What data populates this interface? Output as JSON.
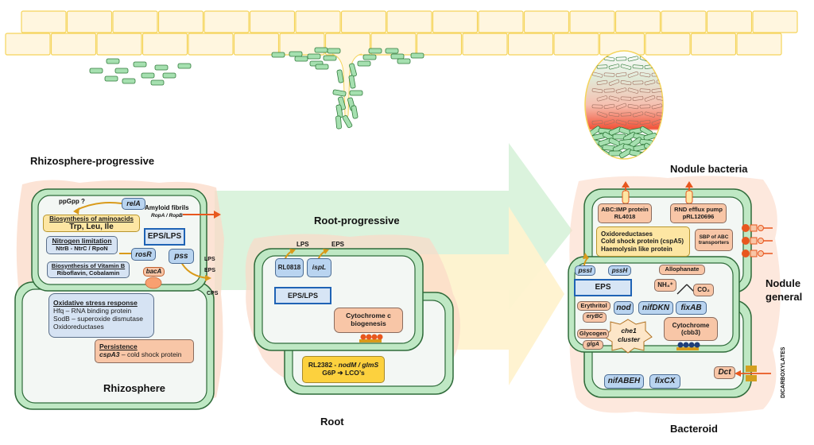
{
  "figure": {
    "stages": {
      "rhizosphere_progressive": "Rhizosphere-progressive",
      "rhizosphere": "Rhizosphere",
      "root_progressive": "Root-progressive",
      "root": "Root",
      "nodule_bacteria": "Nodule bacteria",
      "nodule_general_1": "Nodule",
      "nodule_general_2": "general",
      "bacteroid": "Bacteroid"
    },
    "rhizosphere_progressive": {
      "ppgpp": "ppGpp ?",
      "relA": "relA",
      "amyloid_title": "Amyloid fibrils",
      "amyloid_genes": "RopA / RopB",
      "aminoacids_title": "Biosynthesis of aminoacids",
      "aminoacids_list": "Trp, Leu, Ile",
      "nitrogen_title": "Nitrogen limitation",
      "nitrogen_list": "NtrB - NtrC / RpoN",
      "vitaminb_title": "Biosynthesis of Vitamin B",
      "vitaminb_list": "Riboflavin, Cobalamin",
      "eps_lps": "EPS/LPS",
      "rosR": "rosR",
      "pss": "pss",
      "bacA": "bacA",
      "out_lps": "LPS",
      "out_eps": "EPS",
      "out_cps": "CPS"
    },
    "rhizosphere": {
      "oxidative_title": "Oxidative stress response",
      "oxidative_items": [
        "Hfq – RNA binding protein",
        "SodB – superoxide dismutase",
        "Oxidoreductases"
      ],
      "persistence_title": "Persistence",
      "persistence_gene": "cspA3",
      "persistence_desc": " – cold shock protein"
    },
    "root_progressive": {
      "out_lps": "LPS",
      "out_eps": "EPS",
      "rl0818": "RL0818",
      "ispL": "ispL",
      "eps_lps": "EPS/LPS",
      "cytochrome_c_1": "Cytochrome c",
      "cytochrome_c_2": "biogenesis"
    },
    "root": {
      "gene_prefix": "RL2382 - ",
      "gene_italic": "nodM / glmS",
      "pathway": "G6P ➔ LCO’s"
    },
    "nodule_bacteria": {
      "abc_imp_1": "ABC:IMP protein",
      "abc_imp_2": "RL4018",
      "rnd_1": "RND efflux pump",
      "rnd_2": "pRL120696",
      "proteins": [
        "Oxidoreductases",
        "Cold shock protein (cspA5)",
        "Haemolysin like protein"
      ],
      "sbp_1": "SBP of ABC",
      "sbp_2": "transporters"
    },
    "nodule_general": {
      "pssI": "pssI",
      "pssH": "pssH",
      "eps": "EPS",
      "allophanate": "Allophanate",
      "nh4": "NH₄⁺",
      "co2": "CO₂",
      "erythritol": "Erythritol",
      "eryBC": "eryBC",
      "nod": "nod",
      "nifDKN": "nifDKN",
      "fixAB": "fixAB",
      "cytochrome_1": "Cytochrome",
      "cytochrome_2": "(cbb3)",
      "glycogen": "Glycogen",
      "glgA": "glgA",
      "che1_1": "che1",
      "che1_2": "cluster"
    },
    "bacteroid": {
      "nifABEH": "nifABEH",
      "fixCX": "fixCX",
      "dct": "Dct",
      "dicarboxylates": "DICARBOXYLATES"
    }
  },
  "colors": {
    "cell_wall": "#bfe8c4",
    "cell_outline": "#2f6b3a",
    "cell_interior": "#f3f7f4",
    "halo": "#fbd9c7",
    "root_cell_fill": "#fff6df",
    "root_cell_stroke": "#f5d45a",
    "arrow_green": "#d7f2d9",
    "arrow_yellow": "#fff2cf",
    "accent_orange": "#e8571e",
    "arrow_gold": "#d99a1a"
  }
}
